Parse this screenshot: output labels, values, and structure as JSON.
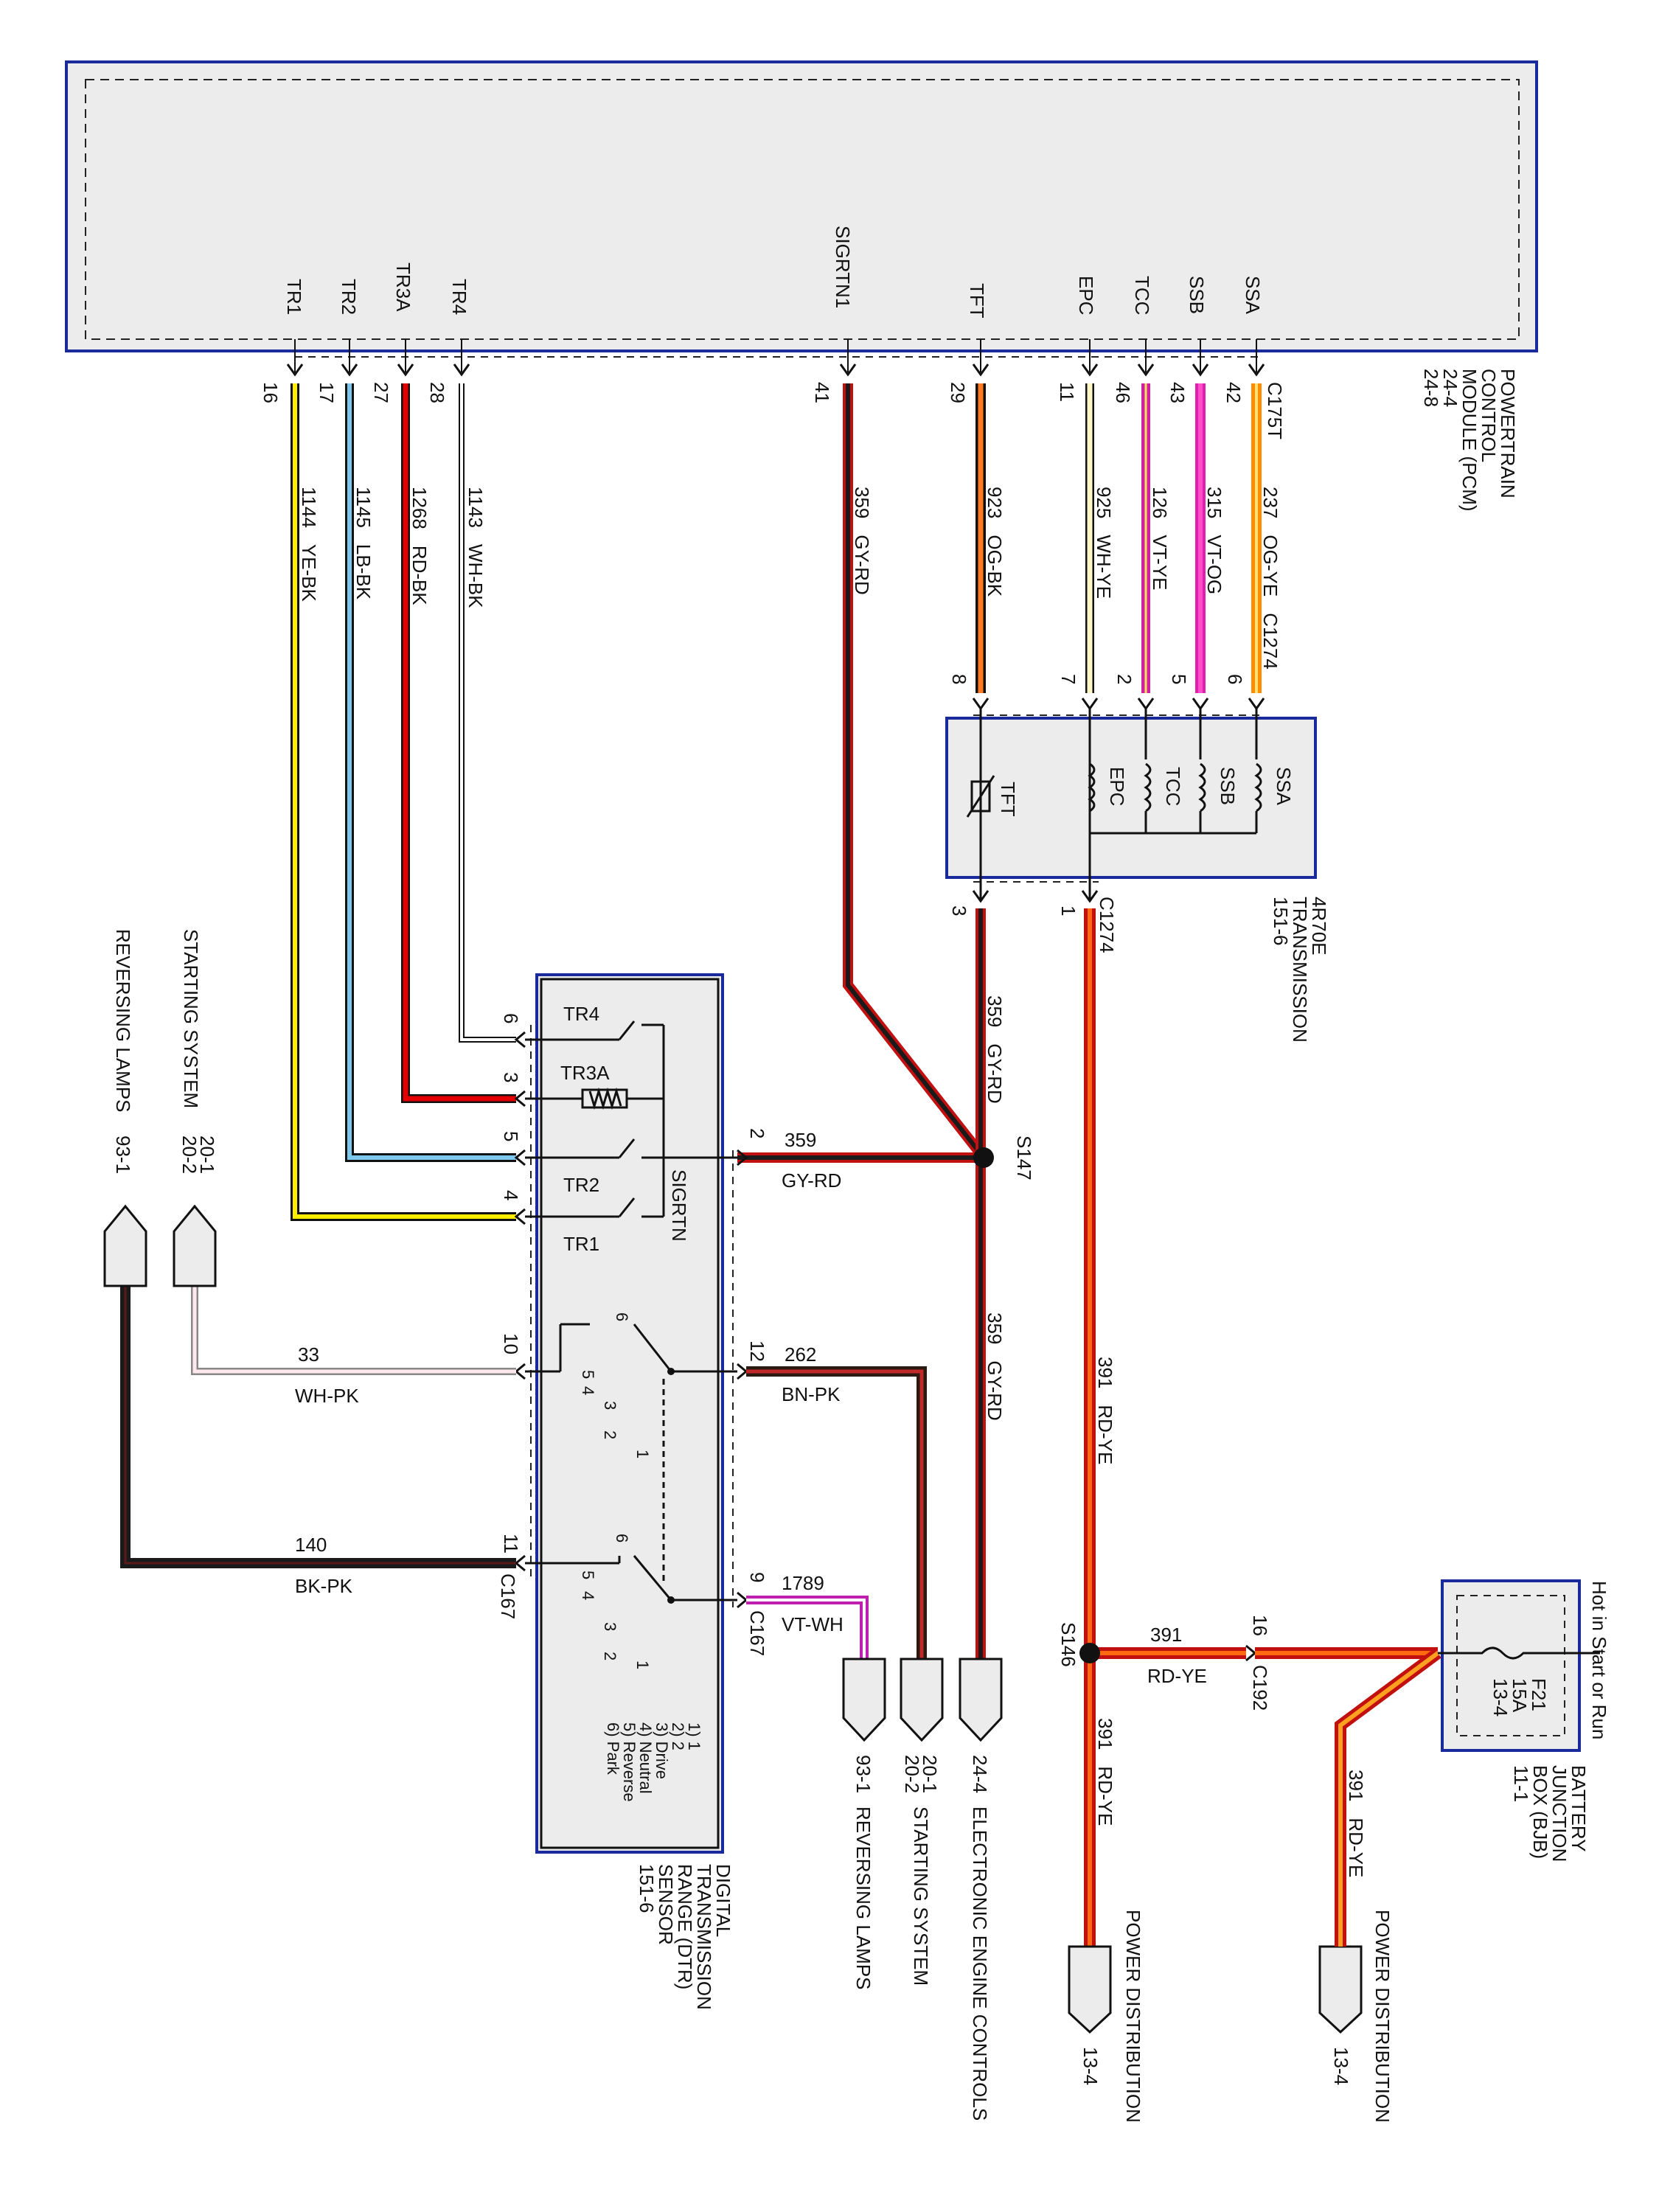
{
  "pcm": {
    "pins": [
      {
        "name": "TR1",
        "pin": "16",
        "circuit": "1144",
        "color": "YE-BK"
      },
      {
        "name": "TR2",
        "pin": "17",
        "circuit": "1145",
        "color": "LB-BK"
      },
      {
        "name": "TR3A",
        "pin": "27",
        "circuit": "1268",
        "color": "RD-BK"
      },
      {
        "name": "TR4",
        "pin": "28",
        "circuit": "1143",
        "color": "WH-BK"
      },
      {
        "name": "SIGRTN1",
        "pin": "41",
        "circuit": "359",
        "color": "GY-RD"
      },
      {
        "name": "TFT",
        "pin": "29",
        "circuit": "923",
        "color": "OG-BK"
      },
      {
        "name": "EPC",
        "pin": "11",
        "circuit": "925",
        "color": "WH-YE"
      },
      {
        "name": "TCC",
        "pin": "46",
        "circuit": "126",
        "color": "VT-YE"
      },
      {
        "name": "SSB",
        "pin": "43",
        "circuit": "315",
        "color": "VT-OG"
      },
      {
        "name": "SSA",
        "pin": "42",
        "circuit": "237",
        "color": "OG-YE"
      }
    ],
    "connector": "C175T",
    "label": [
      "POWERTRAIN",
      "CONTROL",
      "MODULE (PCM)",
      "24-4",
      "24-8"
    ]
  },
  "trans": {
    "label": [
      "4R70E",
      "TRANSMISSION",
      "151-6"
    ],
    "connector_top": "C1274",
    "connector_bot": "C1274",
    "in_pins": [
      "8",
      "7",
      "2",
      "5",
      "6"
    ],
    "solenoids": [
      "TFT",
      "EPC",
      "TCC",
      "SSB",
      "SSA"
    ],
    "out_pins": [
      "3",
      "1"
    ]
  },
  "dtr": {
    "label": [
      "DIGITAL",
      "TRANSMISSION",
      "RANGE (DTR)",
      "SENSOR",
      "151-6"
    ],
    "switches": [
      "TR4",
      "TR3A",
      "TR2",
      "TR1"
    ],
    "sigrtn": "SIGRTN",
    "left_pins": [
      "6",
      "3",
      "5",
      "4",
      "10",
      "11"
    ],
    "right_pins": [
      "2",
      "12",
      "9"
    ],
    "conn_left": "C167",
    "conn_right": "C167",
    "pos_nums": [
      "6",
      "5",
      "4",
      "3",
      "2",
      "1"
    ],
    "legend": [
      "1) 1",
      "2) 2",
      "3) Drive",
      "4) Neutral",
      "5) Reverse",
      "6) Park"
    ]
  },
  "wires": {
    "gyrd_s147": {
      "circuit": "359",
      "color": "GY-RD"
    },
    "gyrd_trans": {
      "circuit": "359",
      "color": "GY-RD"
    },
    "gyrd_down": {
      "circuit": "359",
      "color": "GY-RD"
    },
    "bnpk": {
      "circuit": "262",
      "color": "BN-PK"
    },
    "vtwh": {
      "circuit": "1789",
      "color": "VT-WH"
    },
    "whpk": {
      "circuit": "33",
      "color": "WH-PK"
    },
    "bkpk": {
      "circuit": "140",
      "color": "BK-PK"
    },
    "rdye_main": {
      "circuit": "391",
      "color": "RD-YE"
    },
    "rdye_s146": {
      "circuit": "391",
      "color": "RD-YE"
    },
    "rdye_down": {
      "circuit": "391",
      "color": "RD-YE"
    },
    "rdye_bjb": {
      "circuit": "391",
      "color": "RD-YE"
    }
  },
  "splices": {
    "s147": "S147",
    "s146": "S146"
  },
  "c192": {
    "name": "C192",
    "pin": "16"
  },
  "bjb": {
    "hot": "Hot in Start or Run",
    "fuse": [
      "F21",
      "15A",
      "13-4"
    ],
    "label": [
      "BATTERY",
      "JUNCTION",
      "BOX (BJB)",
      "11-1"
    ]
  },
  "refs": {
    "starting_left": {
      "label": "STARTING SYSTEM",
      "codes": "20-1\n20-2"
    },
    "reversing_left": {
      "label": "REVERSING LAMPS",
      "codes": "93-1"
    },
    "reversing_bottom": {
      "label": "REVERSING LAMPS",
      "codes": "93-1"
    },
    "starting_bottom": {
      "label": "STARTING SYSTEM",
      "codes": "20-1\n20-2"
    },
    "eec_bottom": {
      "label": "ELECTRONIC ENGINE CONTROLS",
      "codes": "24-4"
    },
    "power1": {
      "label": "POWER DISTRIBUTION",
      "codes": "13-4"
    },
    "power2": {
      "label": "POWER DISTRIBUTION",
      "codes": "13-4"
    }
  }
}
